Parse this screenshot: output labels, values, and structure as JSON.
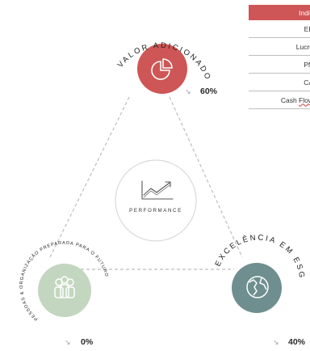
{
  "table": {
    "header": "Indic",
    "rows": [
      "EB",
      "Lucro",
      "PN",
      "CA"
    ],
    "last_row": {
      "prefix": "Cash ",
      "flagged": "Flow"
    }
  },
  "nodes": {
    "top": {
      "label": "VALOR ADICIONADO",
      "percent": "60%",
      "color": "#cf5656",
      "icon": "pie-chart-icon"
    },
    "center": {
      "label": "PERFORMANCE",
      "icon": "trending-chart-icon"
    },
    "left": {
      "label": "PESSOAS & ORGANIZAÇÃO PREPARADA PARA O FUTURO",
      "percent": "0%",
      "color": "#c3d6bf",
      "icon": "people-icon"
    },
    "right": {
      "label": "EXCELÊNCIA EM ESG",
      "percent": "40%",
      "color": "#6f8e8f",
      "icon": "globe-icon"
    }
  },
  "colors": {
    "triangle": "#bdbdbd",
    "arrow": "#9aa0a6",
    "ring": "#dadada"
  }
}
